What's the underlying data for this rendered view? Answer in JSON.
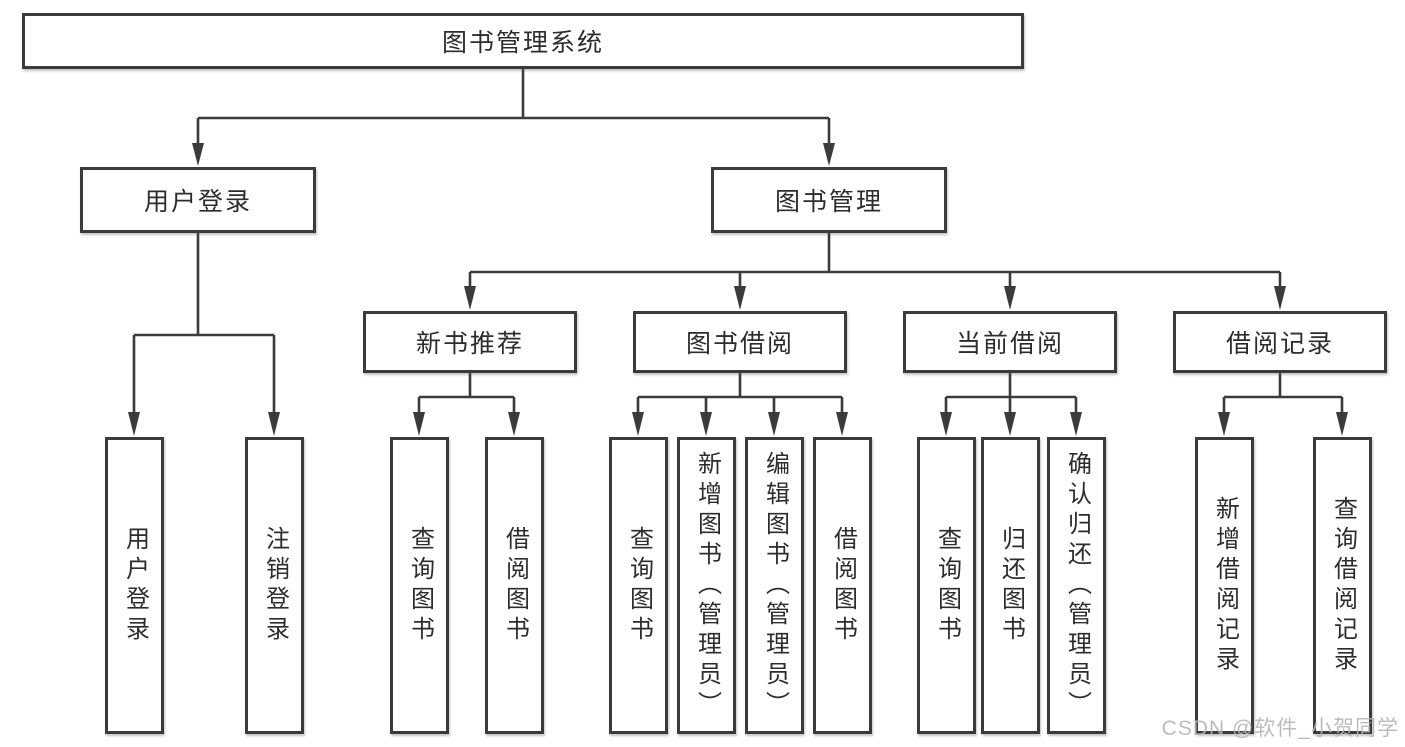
{
  "diagram_type": "hierarchy-tree",
  "tree": {
    "label": "图书管理系统",
    "children": [
      {
        "label": "用户登录",
        "children": [
          {
            "label": "用户登录"
          },
          {
            "label": "注销登录"
          }
        ]
      },
      {
        "label": "图书管理",
        "children": [
          {
            "label": "新书推荐",
            "children": [
              {
                "label": "查询图书"
              },
              {
                "label": "借阅图书"
              }
            ]
          },
          {
            "label": "图书借阅",
            "children": [
              {
                "label": "查询图书"
              },
              {
                "label": "新增图书（管理员）"
              },
              {
                "label": "编辑图书（管理员）"
              },
              {
                "label": "借阅图书"
              }
            ]
          },
          {
            "label": "当前借阅",
            "children": [
              {
                "label": "查询图书"
              },
              {
                "label": "归还图书"
              },
              {
                "label": "确认归还（管理员）"
              }
            ]
          },
          {
            "label": "借阅记录",
            "children": [
              {
                "label": "新增借阅记录"
              },
              {
                "label": "查询借阅记录"
              }
            ]
          }
        ]
      }
    ]
  },
  "watermark": {
    "text": "CSDN @软件_小贺同学"
  },
  "colors": {
    "line": "#3b3b3b",
    "text": "#2d2d2d",
    "box-bg": "#ffffff",
    "watermark": "#b5b5b5",
    "bg": "#ffffff"
  }
}
